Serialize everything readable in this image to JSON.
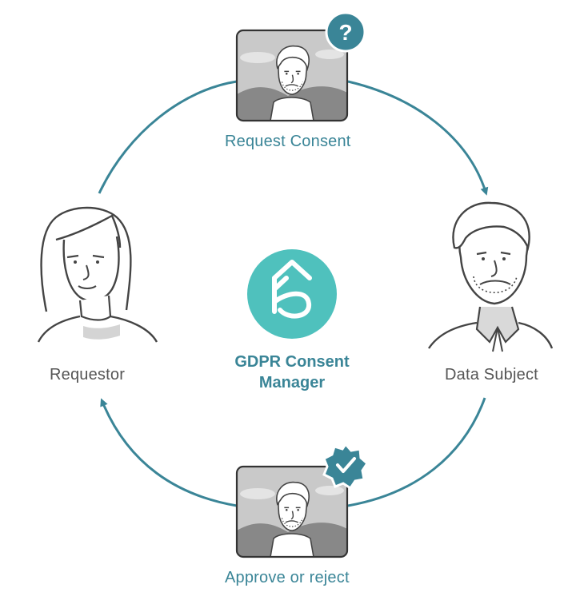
{
  "colors": {
    "accent": "#3a8597",
    "logo_teal": "#4fc1bd",
    "line_gray": "#444444",
    "label_gray": "#555555"
  },
  "steps": {
    "request": {
      "label": "Request Consent",
      "badge_icon": "question-icon",
      "badge_text": "?"
    },
    "approve": {
      "label": "Approve or reject",
      "badge_icon": "checkmark-badge-icon"
    }
  },
  "actors": {
    "requestor": {
      "label": "Requestor",
      "icon": "woman-avatar-icon"
    },
    "subject": {
      "label": "Data Subject",
      "icon": "man-avatar-icon"
    }
  },
  "center": {
    "logo_icon": "consent-manager-logo-icon",
    "title_line1": "GDPR Consent",
    "title_line2": "Manager"
  }
}
